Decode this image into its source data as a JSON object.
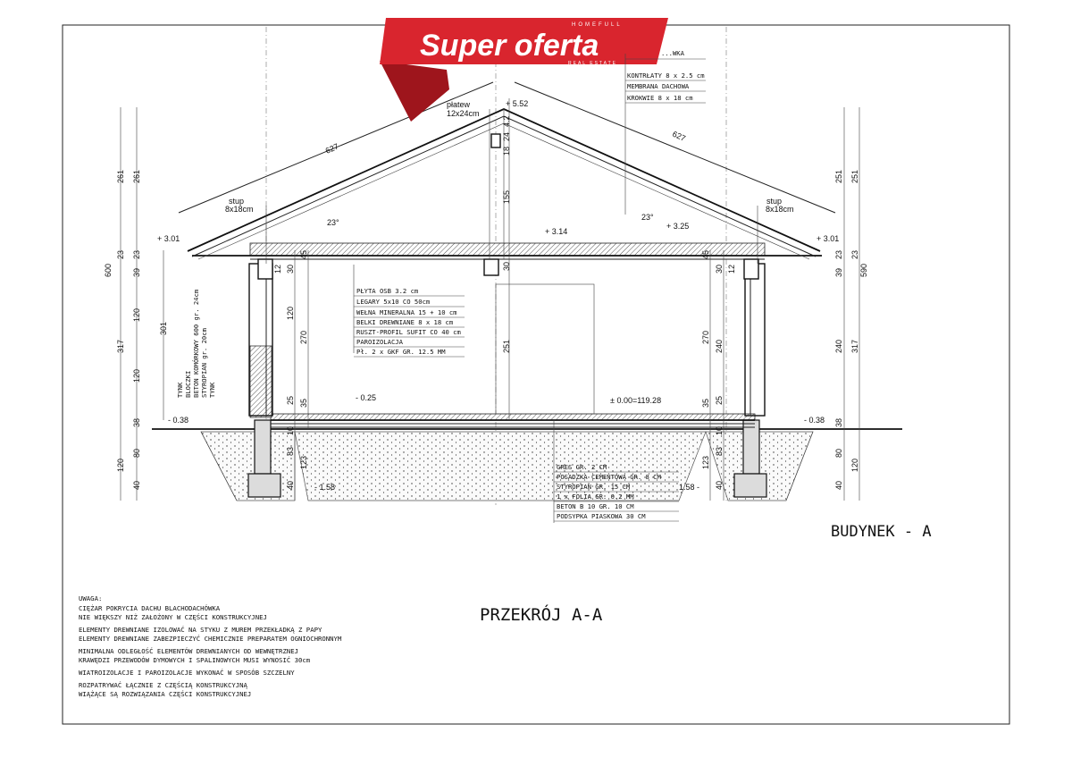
{
  "banner": {
    "brand_top": "HOMEFULL",
    "title": "Super oferta",
    "brand_bottom": "REAL ESTATE",
    "color": "#d9252e"
  },
  "roof_layers": [
    "...WKA",
    "KONTRŁATY 8 x 2.5 cm",
    "MEMBRANA DACHOWA",
    "KROKWIE 8 x 18 cm"
  ],
  "ceiling_layers": [
    "PŁYTA OSB 3.2 cm",
    "LEGARY 5x10 CO 50cm",
    "WEŁNA MINERALNA 15 + 10 cm",
    "BELKI DREWNIANE 8 x 18 cm",
    "RUSZT-PROFIL SUFIT CO 40 cm",
    "PAROIZOLACJA",
    "Pł. 2 x GKF GR. 12.5 MM"
  ],
  "floor_layers": [
    "GRES GR. 2 CM",
    "POSADZKA CEMENTOWA GR. 8 CM",
    "STYROPIAN GR. 15 CM",
    "1 x FOLIA GR. 0.2 MM",
    "BETON B 10 GR. 10 CM",
    "PODSYPKA PIASKOWA 30 CM"
  ],
  "wall_layers": [
    "TYNK",
    "BLOCZKI",
    "BETON KOMÓRKOWY 600 gr. 24cm",
    "STYROPIAN gr. 20cm",
    "TYNK"
  ],
  "labels": {
    "ridge_level": "+ 5.52",
    "purlin": "płatew",
    "purlin_size": "12x24cm",
    "eave_left": "+ 3.01",
    "eave_right": "+ 3.01",
    "ceiling_level": "+ 3.14",
    "ceiling_level_right": "+ 3.25",
    "floor_level": "± 0.00=119.28",
    "step_level": "- 0.25",
    "ground_left": "- 0.38",
    "ground_right": "- 0.38",
    "found_left": "- 1.58",
    "found_right": "1.58 -",
    "post": "stup",
    "post_size": "8x18cm",
    "angle": "23°",
    "rafter_len": "627"
  },
  "dims": {
    "left_outer": [
      "261",
      "261",
      "23",
      "39",
      "23",
      "120",
      "317",
      "120",
      "38",
      "80",
      "120",
      "40",
      "600",
      "301"
    ],
    "right_outer": [
      "251",
      "251",
      "23",
      "23",
      "39",
      "240",
      "317",
      "38",
      "80",
      "120",
      "40",
      "590"
    ],
    "inner_left": [
      "12",
      "30",
      "45",
      "120",
      "270",
      "25",
      "35",
      "10",
      "83",
      "123",
      "40"
    ],
    "inner_right": [
      "45",
      "30",
      "12",
      "270",
      "240",
      "35",
      "25",
      "10",
      "83",
      "123",
      "40"
    ],
    "middle": [
      "4.2",
      "24",
      "18",
      "155",
      "30",
      "251"
    ]
  },
  "title_block": {
    "building": "BUDYNEK - A",
    "section": "PRZEKRÓJ A-A"
  },
  "notes": {
    "heading": "UWAGA:",
    "lines": [
      "CIĘŻAR POKRYCIA DACHU BLACHODACHÓWKA",
      "NIE WIĘKSZY NIŻ ZAŁOŻONY W CZĘŚCI KONSTRUKCYJNEJ",
      "ELEMENTY DREWNIANE IZOLOWAĆ NA STYKU Z MUREM PRZEKŁADKĄ Z PAPY",
      "ELEMENTY DREWNIANE ZABEZPIECZYĆ CHEMICZNIE PREPARATEM OGNIOCHRONNYM",
      "MINIMALNA ODLEGŁOŚĆ ELEMENTÓW DREWNIANYCH OD WEWNĘTRZNEJ",
      "KRAWĘDZI PRZEWODÓW DYMOWYCH I SPALINOWYCH MUSI WYNOSIĆ 30cm",
      "WIATROIZOLACJE I PAROIZOLACJE WYKONAĆ W SPOSÓB SZCZELNY",
      "ROZPATRYWAĆ ŁĄCZNIE Z CZĘŚCIĄ KONSTRUKCYJNĄ",
      "WIĄŻĄCE SĄ ROZWIĄZANIA CZĘŚCI KONSTRUKCYJNEJ"
    ]
  }
}
